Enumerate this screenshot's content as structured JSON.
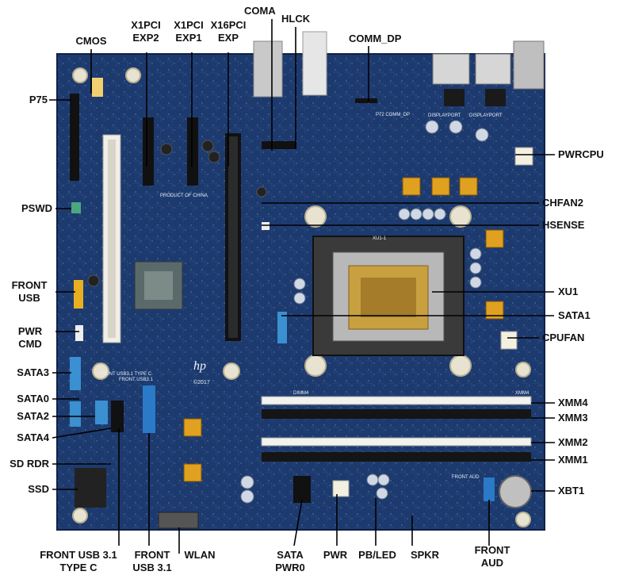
{
  "diagram": {
    "labels": [
      {
        "id": "cmos",
        "text": "CMOS"
      },
      {
        "id": "x1pci-exp2",
        "text": "X1PCI\nEXP2"
      },
      {
        "id": "x1pci-exp1",
        "text": "X1PCI\nEXP1"
      },
      {
        "id": "x16pci-exp",
        "text": "X16PCI\nEXP"
      },
      {
        "id": "coma",
        "text": "COMA"
      },
      {
        "id": "hlck",
        "text": "HLCK"
      },
      {
        "id": "comm-dp",
        "text": "COMM_DP"
      },
      {
        "id": "p75",
        "text": "P75"
      },
      {
        "id": "pwrcpu",
        "text": "PWRCPU"
      },
      {
        "id": "pswd",
        "text": "PSWD"
      },
      {
        "id": "chfan2",
        "text": "CHFAN2"
      },
      {
        "id": "hsense",
        "text": "HSENSE"
      },
      {
        "id": "front-usb",
        "text": "FRONT\nUSB"
      },
      {
        "id": "xu1",
        "text": "XU1"
      },
      {
        "id": "sata1",
        "text": "SATA1"
      },
      {
        "id": "pwr-cmd",
        "text": "PWR\nCMD"
      },
      {
        "id": "cpufan",
        "text": "CPUFAN"
      },
      {
        "id": "sata3",
        "text": "SATA3"
      },
      {
        "id": "sata0",
        "text": "SATA0"
      },
      {
        "id": "sata2",
        "text": "SATA2"
      },
      {
        "id": "sata4",
        "text": "SATA4"
      },
      {
        "id": "xmm4",
        "text": "XMM4"
      },
      {
        "id": "xmm3",
        "text": "XMM3"
      },
      {
        "id": "xmm2",
        "text": "XMM2"
      },
      {
        "id": "xmm1",
        "text": "XMM1"
      },
      {
        "id": "sd-rdr",
        "text": "SD RDR"
      },
      {
        "id": "ssd",
        "text": "SSD"
      },
      {
        "id": "xbt1",
        "text": "XBT1"
      },
      {
        "id": "front-usb31-typec",
        "text": "FRONT USB 3.1\nTYPE C"
      },
      {
        "id": "front-usb31",
        "text": "FRONT\nUSB 3.1"
      },
      {
        "id": "wlan",
        "text": "WLAN"
      },
      {
        "id": "sata-pwr0",
        "text": "SATA\nPWR0"
      },
      {
        "id": "pwr",
        "text": "PWR"
      },
      {
        "id": "pb-led",
        "text": "PB/LED"
      },
      {
        "id": "spkr",
        "text": "SPKR"
      },
      {
        "id": "front-aud",
        "text": "FRONT\nAUD"
      }
    ],
    "board_marks": {
      "brand": "hp",
      "year": "©2017",
      "origin": "PRODUCT OF CHINA",
      "dimm_left": "DIMM4",
      "dimm_right": "XMM4",
      "cpu_socket": "XU1-1",
      "displayport_1": "DISPLAYPORT",
      "displayport_2": "DISPLAYPORT",
      "p72": "P72\nCOMM_DP",
      "front_aud": "FRONT AUD",
      "front_usb31": "FRONT USB3.1",
      "front_usb31_typec": "FRONT USB3.1 TYPE C"
    }
  }
}
